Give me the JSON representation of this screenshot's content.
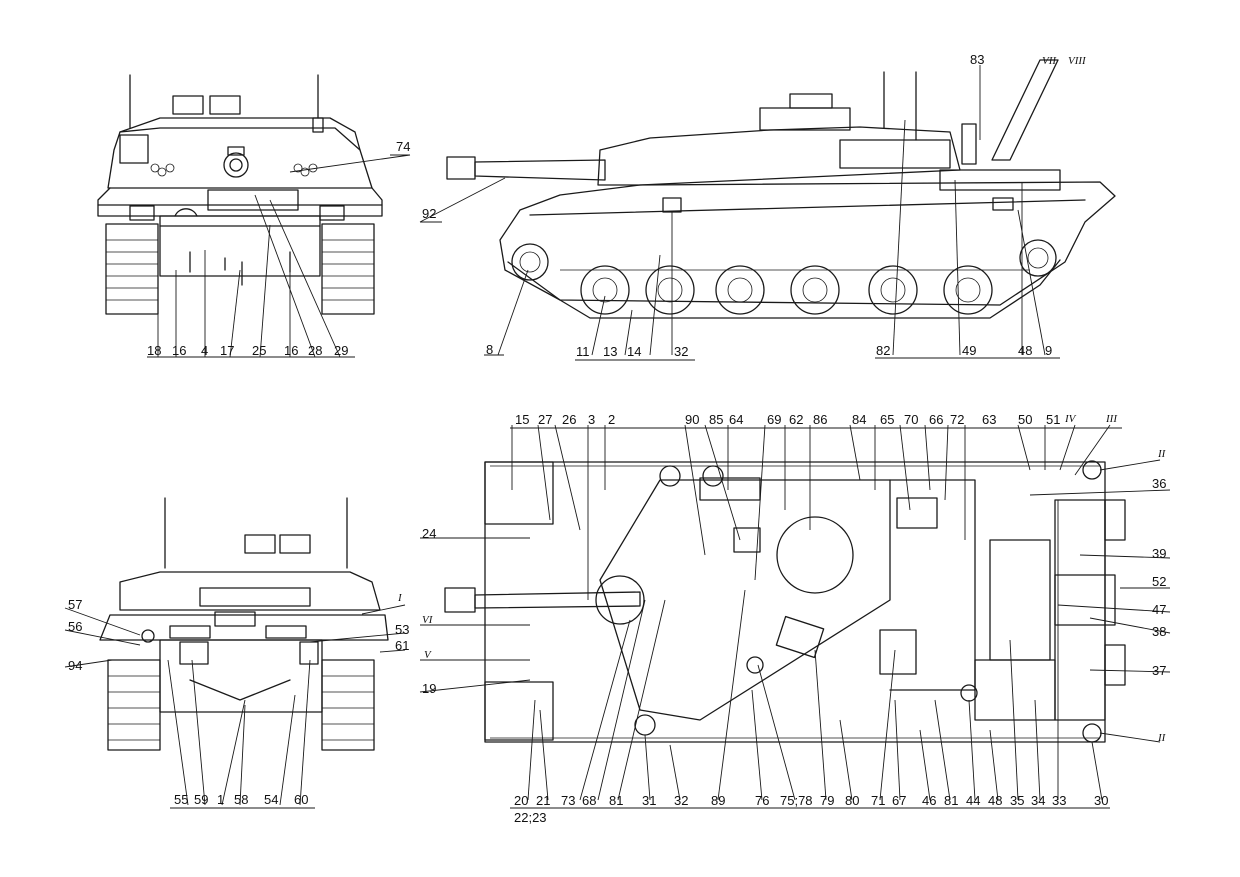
{
  "views": [
    {
      "id": "front",
      "labels": [
        "74",
        "18",
        "16",
        "4",
        "17",
        "25",
        "16",
        "28",
        "29"
      ]
    },
    {
      "id": "side",
      "labels": [
        "83",
        "VII",
        "VIII",
        "92",
        "8",
        "11",
        "13",
        "14",
        "32",
        "82",
        "49",
        "48",
        "9"
      ]
    },
    {
      "id": "rear",
      "labels": [
        "57",
        "56",
        "94",
        "I",
        "53",
        "61",
        "55",
        "59",
        "1",
        "58",
        "54",
        "60"
      ]
    },
    {
      "id": "plan",
      "labels": [
        "15",
        "27",
        "26",
        "3",
        "2",
        "90",
        "85",
        "64",
        "69",
        "62",
        "86",
        "84",
        "65",
        "70",
        "66",
        "72",
        "63",
        "50",
        "51",
        "IV",
        "III",
        "II",
        "36",
        "24",
        "39",
        "52",
        "47",
        "38",
        "VI",
        "V",
        "37",
        "19",
        "II",
        "20",
        "21",
        "22;23",
        "73",
        "68",
        "81",
        "31",
        "32",
        "89",
        "76",
        "75;78",
        "79",
        "80",
        "71",
        "67",
        "46",
        "81",
        "44",
        "48",
        "35",
        "34",
        "33",
        "30"
      ]
    }
  ],
  "callouts": {
    "c74": "74",
    "c18": "18",
    "c16a": "16",
    "c4": "4",
    "c17": "17",
    "c25": "25",
    "c16b": "16",
    "c28": "28",
    "c29": "29",
    "c83": "83",
    "cVII": "VII",
    "cVIII": "VIII",
    "c92": "92",
    "c8": "8",
    "c11": "11",
    "c13": "13",
    "c14": "14",
    "c32a": "32",
    "c82": "82",
    "c49": "49",
    "c48a": "48",
    "c9": "9",
    "c57": "57",
    "c56": "56",
    "c94": "94",
    "cI": "I",
    "c53": "53",
    "c61": "61",
    "c55": "55",
    "c59": "59",
    "c1": "1",
    "c58": "58",
    "c54": "54",
    "c60": "60",
    "c15": "15",
    "c27": "27",
    "c26": "26",
    "c3": "3",
    "c2": "2",
    "c90": "90",
    "c85": "85",
    "c64": "64",
    "c69": "69",
    "c62": "62",
    "c86": "86",
    "c84": "84",
    "c65": "65",
    "c70": "70",
    "c66": "66",
    "c72": "72",
    "c63": "63",
    "c50": "50",
    "c51": "51",
    "cIV": "IV",
    "cIII": "III",
    "cIIa": "II",
    "c36": "36",
    "c24": "24",
    "c39": "39",
    "c52": "52",
    "c47": "47",
    "c38": "38",
    "cVI": "VI",
    "cV": "V",
    "c37": "37",
    "c19": "19",
    "cIIb": "II",
    "c20": "20",
    "c21": "21",
    "c2223": "22;23",
    "c73": "73",
    "c68": "68",
    "c81a": "81",
    "c31": "31",
    "c32b": "32",
    "c89": "89",
    "c76": "76",
    "c7578": "75;78",
    "c79": "79",
    "c80": "80",
    "c71": "71",
    "c67": "67",
    "c46": "46",
    "c81b": "81",
    "c44": "44",
    "c48b": "48",
    "c35": "35",
    "c34": "34",
    "c33": "33",
    "c30": "30"
  }
}
